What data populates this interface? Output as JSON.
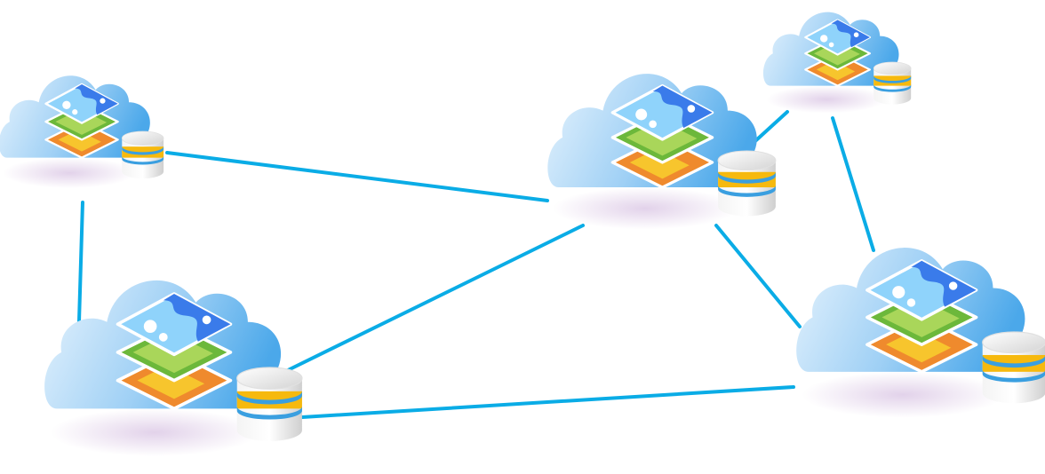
{
  "colors": {
    "background": "#ffffff",
    "link": "#0aace6",
    "cloud_light": "#e6f3fd",
    "cloud_dark": "#4ba8ea",
    "shadow": "#e2d2ea",
    "map_water": "#3a7bea",
    "map_land": "#8fd3fb",
    "layer_green": "#6cb83b",
    "layer_green_light": "#a9d65a",
    "layer_orange": "#ef8a2d",
    "layer_yellow": "#f7c52d",
    "db_band": "#f6b90e",
    "db_band_edge": "#3a9fe0",
    "db_body": "#e9e9e9"
  },
  "icons": {
    "cloud": "cloud-icon",
    "layers": "map-layers-icon",
    "database": "database-icon"
  },
  "nodes": [
    {
      "id": "node-top-left",
      "icon": "cloud-map-database-icon"
    },
    {
      "id": "node-bottom-left",
      "icon": "cloud-map-database-icon"
    },
    {
      "id": "node-center",
      "icon": "cloud-map-database-icon"
    },
    {
      "id": "node-top-right",
      "icon": "cloud-map-database-icon"
    },
    {
      "id": "node-bottom-right",
      "icon": "cloud-map-database-icon"
    }
  ],
  "links": [
    {
      "from": "node-top-left",
      "to": "node-center"
    },
    {
      "from": "node-top-left",
      "to": "node-bottom-left"
    },
    {
      "from": "node-bottom-left",
      "to": "node-center"
    },
    {
      "from": "node-bottom-left",
      "to": "node-bottom-right"
    },
    {
      "from": "node-center",
      "to": "node-top-right"
    },
    {
      "from": "node-center",
      "to": "node-bottom-right"
    },
    {
      "from": "node-top-right",
      "to": "node-bottom-right"
    }
  ]
}
